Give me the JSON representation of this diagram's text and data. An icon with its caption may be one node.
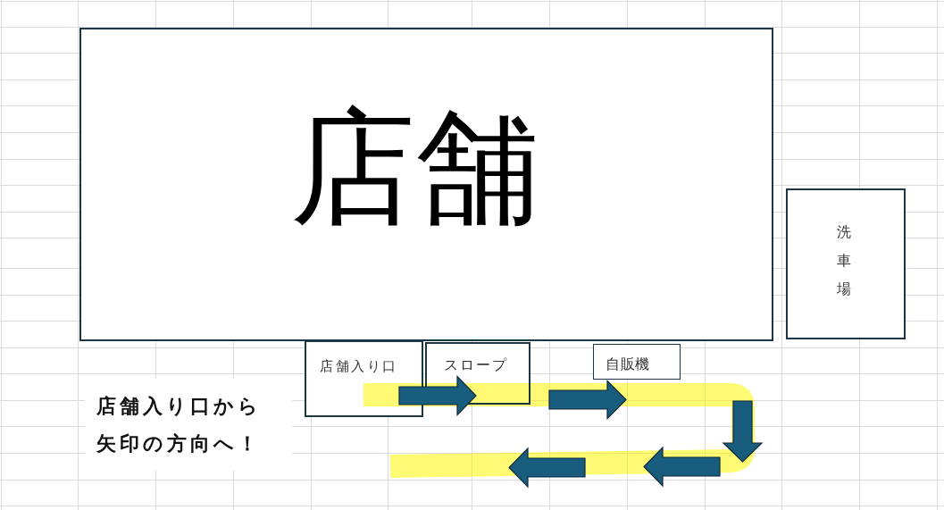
{
  "diagram": {
    "nodes": [
      {
        "text": [
          "店舗"
        ]
      },
      {
        "text": [
          "洗車場"
        ]
      },
      {
        "text": [
          "店舗入り口"
        ]
      },
      {
        "text": [
          "スロープ"
        ]
      },
      {
        "text": [
          "自販機"
        ]
      }
    ],
    "edges": [
      {
        "from": 2,
        "to": 3,
        "arrow": "to"
      },
      {
        "from": 3,
        "to": 4,
        "arrow": "to"
      }
    ],
    "labels": [
      "店舗入り口から矢印の方向へ！"
    ]
  }
}
